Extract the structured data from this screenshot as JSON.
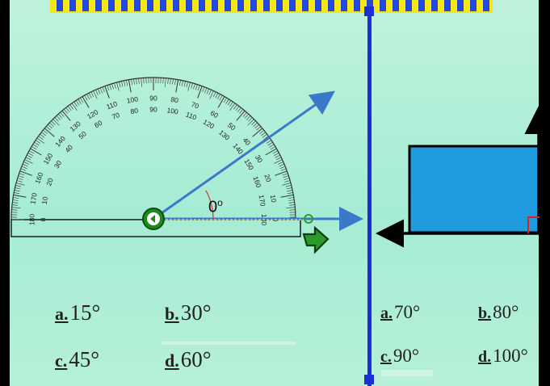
{
  "protractor": {
    "outer_scale": [
      "180",
      "170",
      "160",
      "150",
      "140",
      "130",
      "120",
      "110",
      "100",
      "90",
      "80",
      "70",
      "60",
      "50",
      "40",
      "30",
      "20",
      "10",
      "0"
    ],
    "inner_scale": [
      "0",
      "10",
      "20",
      "30",
      "40",
      "50",
      "60",
      "70",
      "80",
      "90",
      "100",
      "110",
      "120",
      "130",
      "140",
      "150",
      "160",
      "170",
      "180"
    ],
    "angle_readout": "0",
    "angle_unit": "o"
  },
  "left_question": {
    "options": [
      {
        "letter": "a.",
        "value": "15°"
      },
      {
        "letter": "b.",
        "value": "30°"
      },
      {
        "letter": "c.",
        "value": "45°"
      },
      {
        "letter": "d.",
        "value": "60°"
      }
    ]
  },
  "right_question": {
    "options": [
      {
        "letter": "a.",
        "value": "70°"
      },
      {
        "letter": "b.",
        "value": "80°"
      },
      {
        "letter": "c.",
        "value": "90°"
      },
      {
        "letter": "d.",
        "value": "100°"
      }
    ]
  },
  "colors": {
    "background": "#a6ecd4",
    "divider": "#1c2fd6",
    "ray": "#3a78c9",
    "rectangle_fill": "#1f9be0",
    "right_angle_marker": "#e0201c",
    "rotate_handle": "#1e8a1e",
    "move_handle": "#2a9a2a"
  }
}
